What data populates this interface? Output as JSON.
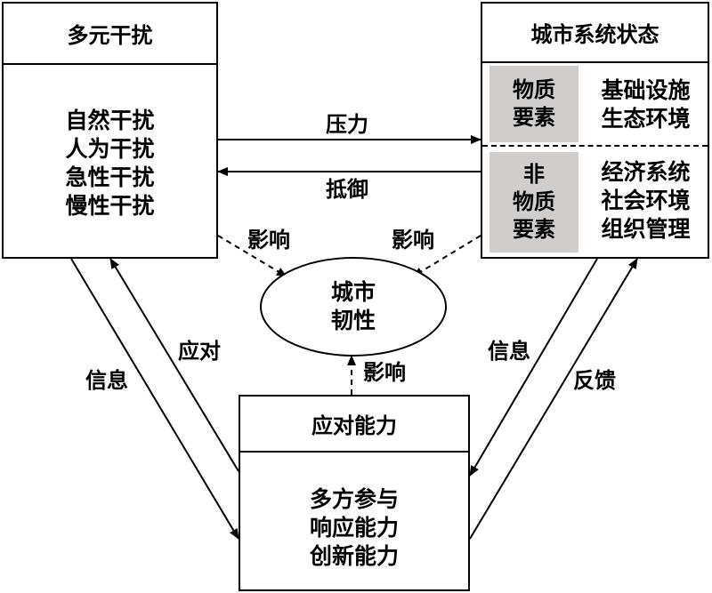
{
  "disturbance_box": {
    "title": "多元干扰",
    "items": [
      "自然干扰",
      "人为干扰",
      "急性干扰",
      "慢性干扰"
    ]
  },
  "city_state_box": {
    "title": "城市系统状态",
    "material": {
      "category": "物质要素",
      "category_lines": [
        "物质",
        "要素"
      ],
      "items": [
        "基础设施",
        "生态环境"
      ]
    },
    "nonmaterial": {
      "category": "非物质要素",
      "category_lines": [
        "非",
        "物质",
        "要素"
      ],
      "items": [
        "经济系统",
        "社会环境",
        "组织管理"
      ]
    }
  },
  "capacity_box": {
    "title": "应对能力",
    "items": [
      "多方参与",
      "响应能力",
      "创新能力"
    ]
  },
  "center": {
    "lines": [
      "城市",
      "韧性"
    ]
  },
  "links": {
    "pressure": "压力",
    "resist": "抵御",
    "influence_left": "影响",
    "influence_right": "影响",
    "influence_bottom": "影响",
    "info_left": "信息",
    "respond": "应对",
    "info_right": "信息",
    "feedback": "反馈"
  },
  "colors": {
    "category_fill": "#d0cdcb",
    "line": "#000000"
  }
}
